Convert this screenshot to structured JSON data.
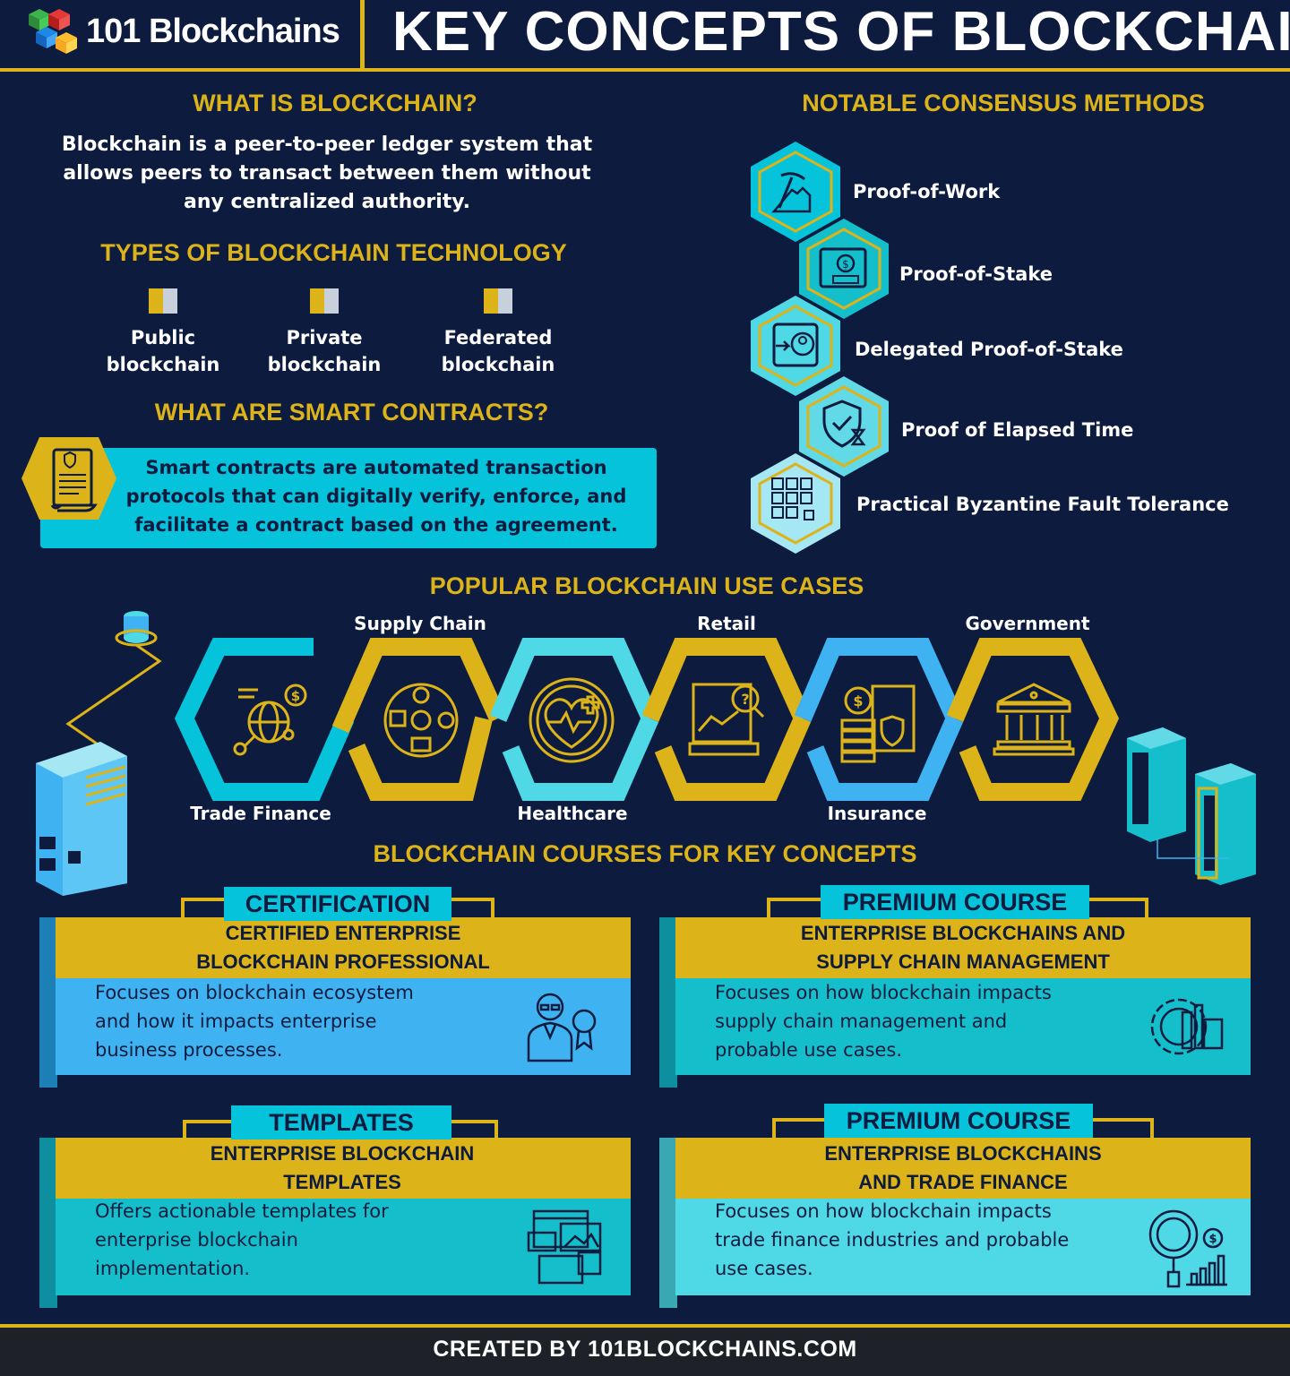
{
  "header": {
    "logo": "101 Blockchains",
    "title": "KEY CONCEPTS OF BLOCKCHAIN"
  },
  "what_is": {
    "heading": "WHAT IS BLOCKCHAIN?",
    "lines": [
      "Blockchain is a peer-to-peer ledger system that",
      "allows peers to transact between them without",
      "any centralized authority."
    ]
  },
  "types": {
    "heading": "TYPES OF BLOCKCHAIN TECHNOLOGY",
    "items": [
      {
        "l1": "Public",
        "l2": "blockchain"
      },
      {
        "l1": "Private",
        "l2": "blockchain"
      },
      {
        "l1": "Federated",
        "l2": "blockchain"
      }
    ]
  },
  "smart_contracts": {
    "heading": "WHAT ARE SMART CONTRACTS?",
    "lines": [
      "Smart contracts are automated transaction",
      "protocols that can digitally verify, enforce, and",
      "facilitate a contract based on the agreement."
    ],
    "icon": "contract-scroll-icon"
  },
  "consensus": {
    "heading": "NOTABLE CONSENSUS METHODS",
    "items": [
      {
        "label": "Proof-of-Work",
        "icon": "pickaxe-icon"
      },
      {
        "label": "Proof-of-Stake",
        "icon": "safe-coin-icon"
      },
      {
        "label": "Delegated Proof-of-Stake",
        "icon": "delegate-user-icon"
      },
      {
        "label": "Proof of Elapsed Time",
        "icon": "shield-hourglass-icon"
      },
      {
        "label": "Practical Byzantine Fault Tolerance",
        "icon": "grid-check-icon"
      }
    ]
  },
  "use_cases": {
    "heading": "POPULAR BLOCKCHAIN USE CASES",
    "items": [
      {
        "label": "Trade Finance",
        "icon": "globe-dollar-icon"
      },
      {
        "label": "Supply Chain",
        "icon": "supply-network-icon"
      },
      {
        "label": "Healthcare",
        "icon": "heart-health-icon"
      },
      {
        "label": "Retail",
        "icon": "retail-analytics-icon"
      },
      {
        "label": "Insurance",
        "icon": "insurance-coins-icon"
      },
      {
        "label": "Government",
        "icon": "government-building-icon"
      }
    ]
  },
  "courses": {
    "heading": "BLOCKCHAIN COURSES FOR KEY CONCEPTS",
    "items": [
      {
        "tag": "CERTIFICATION",
        "t1": "CERTIFIED ENTERPRISE",
        "t2": "BLOCKCHAIN PROFESSIONAL",
        "d1": "Focuses on blockchain ecosystem",
        "d2": "and how it impacts enterprise",
        "d3": "business processes.",
        "icon": "professional-badge-icon"
      },
      {
        "tag": "PREMIUM COURSE",
        "t1": "ENTERPRISE BLOCKCHAINS AND",
        "t2": "SUPPLY CHAIN MANAGEMENT",
        "d1": "Focuses on how blockchain impacts",
        "d2": "supply chain management and",
        "d3": "probable use cases.",
        "icon": "factory-gear-icon"
      },
      {
        "tag": "TEMPLATES",
        "t1": "ENTERPRISE BLOCKCHAIN",
        "t2": "TEMPLATES",
        "d1": "Offers actionable templates for",
        "d2": "enterprise blockchain",
        "d3": "implementation.",
        "icon": "template-screens-icon"
      },
      {
        "tag": "PREMIUM COURSE",
        "t1": "ENTERPRISE BLOCKCHAINS",
        "t2": "AND TRADE FINANCE",
        "d1": "Focuses on how blockchain impacts",
        "d2": "trade finance industries and probable",
        "d3": "use cases.",
        "icon": "globe-chart-icon"
      }
    ]
  },
  "footer": {
    "text": "CREATED BY 101BLOCKCHAINS.COM"
  },
  "colors": {
    "background": "#0d1b3e",
    "gold": "#dcb41a",
    "cyan": "#06c3dc",
    "light_blue": "#3fb3f2",
    "teal": "#14bfcb"
  }
}
